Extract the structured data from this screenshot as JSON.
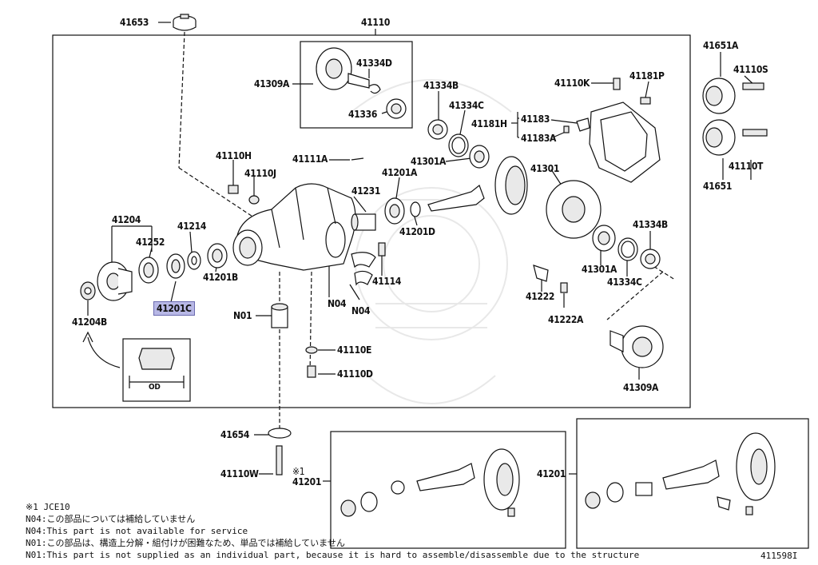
{
  "labels": {
    "p41653": "41653",
    "p41110": "41110",
    "p41651A": "41651A",
    "p41110S": "41110S",
    "p41334D": "41334D",
    "p41309A_top": "41309A",
    "p41336": "41336",
    "p41334B_top": "41334B",
    "p41334C_top": "41334C",
    "p41110K": "41110K",
    "p41181P": "41181P",
    "p41181H": "41181H",
    "p41183": "41183",
    "p41183A": "41183A",
    "p41651": "41651",
    "p41110T": "41110T",
    "p41110H": "41110H",
    "p41110J": "41110J",
    "p41111A": "41111A",
    "p41201A": "41201A",
    "p41301A_top": "41301A",
    "p41301": "41301",
    "p41231": "41231",
    "p41201D": "41201D",
    "p41204": "41204",
    "p41252": "41252",
    "p41214": "41214",
    "p41201B": "41201B",
    "p41201C": "41201C",
    "p41204B": "41204B",
    "pN04_a": "N04",
    "pN04_b": "N04",
    "p41114": "41114",
    "p41334B_bot": "41334B",
    "p41301A_bot": "41301A",
    "p41334C_bot": "41334C",
    "p41222": "41222",
    "p41222A": "41222A",
    "pN01": "N01",
    "p41110E": "41110E",
    "p41110D": "41110D",
    "p41309A_bot": "41309A",
    "inset_od": "OD",
    "p41654": "41654",
    "p41110W": "41110W",
    "mark1": "※1",
    "p41201_left": "41201",
    "p41201_right": "41201"
  },
  "notes": {
    "n1": "※1 JCE10",
    "n2": "N04:この部品については補給していません",
    "n3": "N04:This part is not available for service",
    "n4": "N01:この部品は、構造上分解・組付けが困難なため、単品では補給していません",
    "n5": "N01:This part is not supplied as an individual part, because it is hard to assemble/disassemble due to the structure"
  },
  "figure_ref": "411598I",
  "highlight_color": "#b8b8e6"
}
